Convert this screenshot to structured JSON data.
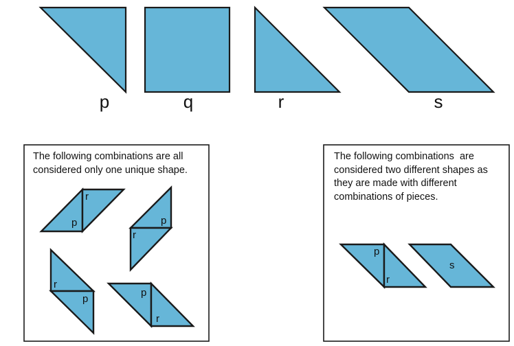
{
  "pieces": [
    {
      "label": "p",
      "color": "#66b6d8"
    },
    {
      "label": "q",
      "color": "#66b6d8"
    },
    {
      "label": "r",
      "color": "#66b6d8"
    },
    {
      "label": "s",
      "color": "#66b6d8"
    }
  ],
  "left_box": {
    "text_line1": "The following combinations are all",
    "text_line2": "considered only one unique shape.",
    "labels": {
      "p": "p",
      "r": "r"
    }
  },
  "right_box": {
    "text_line1": "The following combinations  are",
    "text_line2": "considered two different shapes as",
    "text_line3": "they are made with different",
    "text_line4": "combinations of pieces.",
    "labels": {
      "p": "p",
      "r": "r",
      "s": "s"
    }
  },
  "colors": {
    "fill": "#66b6d8",
    "stroke": "#1a1a1a"
  }
}
